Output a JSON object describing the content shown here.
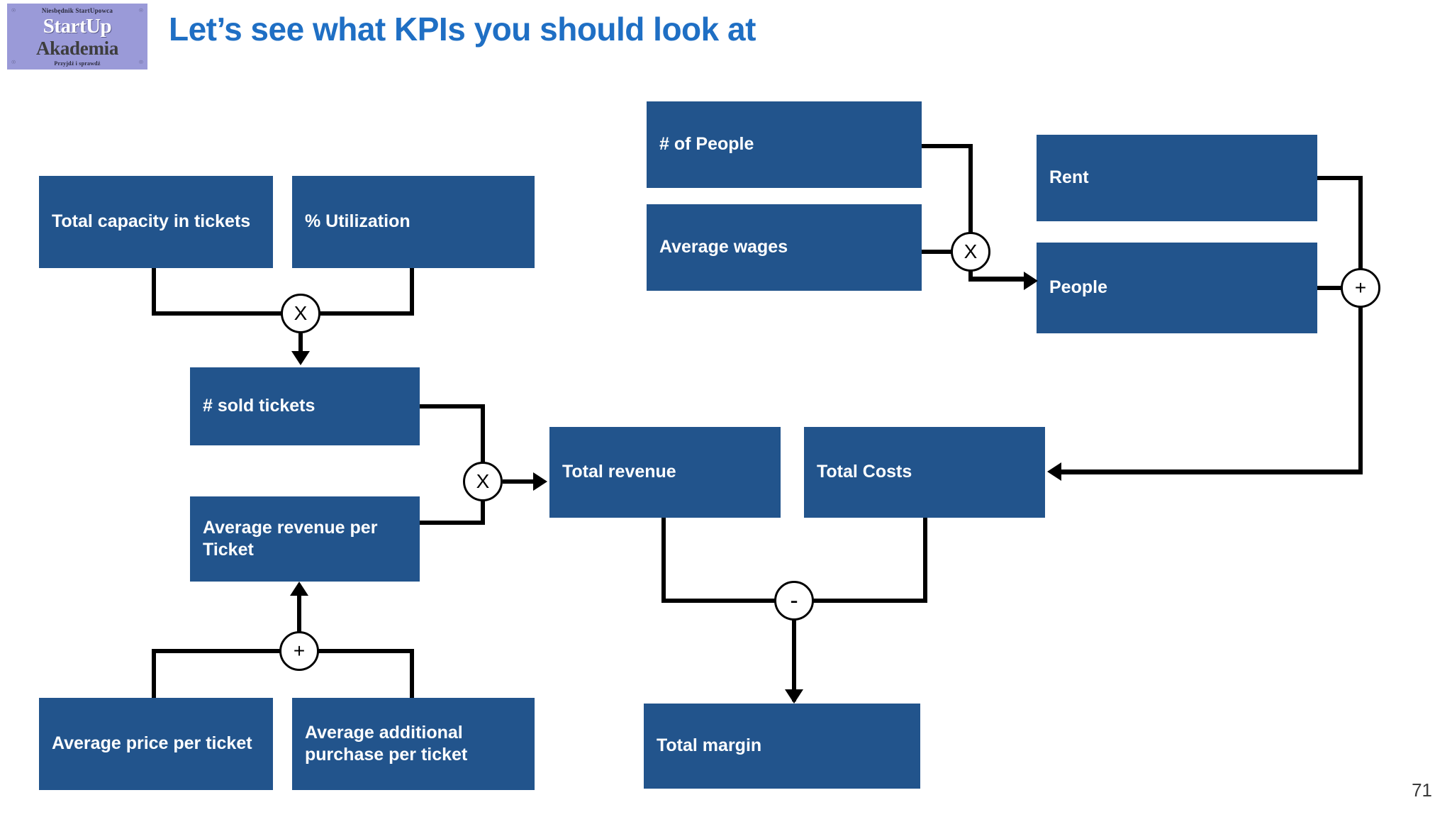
{
  "slide": {
    "title": "Let’s see what KPIs you should look at",
    "page_number": "71",
    "title_color": "#1f6fc4",
    "node_color": "#22548c",
    "line_color": "#000000",
    "background": "#ffffff"
  },
  "logo": {
    "top_text": "Niesbędnik StartUpowca",
    "main_line1": "StartUp",
    "main_line2": "Akademia",
    "bottom_text": "Przyjdź i sprawdź",
    "background": "#9a9ad8"
  },
  "nodes": [
    {
      "id": "total-capacity",
      "label": "Total capacity in tickets"
    },
    {
      "id": "utilization",
      "label": "% Utilization"
    },
    {
      "id": "sold-tickets",
      "label": "# sold tickets"
    },
    {
      "id": "avg-revenue-ticket",
      "label": "Average revenue per Ticket"
    },
    {
      "id": "avg-price-ticket",
      "label": "Average price per ticket"
    },
    {
      "id": "avg-additional",
      "label": "Average additional purchase per ticket"
    },
    {
      "id": "total-revenue",
      "label": "Total revenue"
    },
    {
      "id": "total-costs",
      "label": "Total Costs"
    },
    {
      "id": "total-margin",
      "label": "Total margin"
    },
    {
      "id": "num-people",
      "label": "# of People"
    },
    {
      "id": "average-wages",
      "label": "Average wages"
    },
    {
      "id": "rent",
      "label": "Rent"
    },
    {
      "id": "people",
      "label": "People"
    }
  ],
  "operators": [
    {
      "id": "op-capacity-util",
      "symbol": "X",
      "name": "multiply"
    },
    {
      "id": "op-tickets-revenue",
      "symbol": "X",
      "name": "multiply"
    },
    {
      "id": "op-price-sum",
      "symbol": "+",
      "name": "plus"
    },
    {
      "id": "op-margin",
      "symbol": "-",
      "name": "minus"
    },
    {
      "id": "op-wages",
      "symbol": "X",
      "name": "multiply"
    },
    {
      "id": "op-costs-sum",
      "symbol": "+",
      "name": "plus"
    }
  ]
}
